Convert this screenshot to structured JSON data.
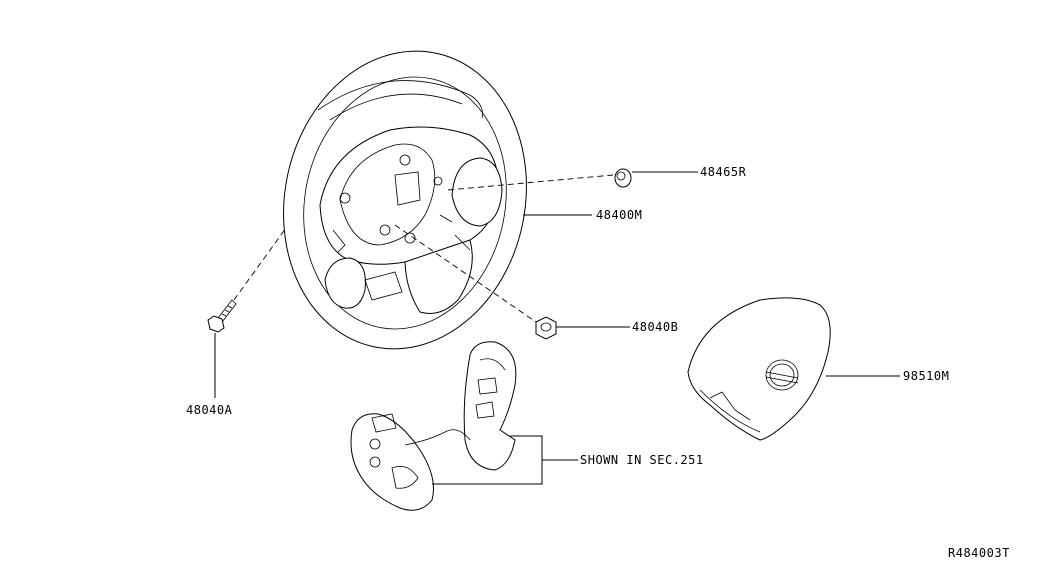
{
  "parts": {
    "horn_pad_cap": "48465R",
    "steering_wheel": "48400M",
    "wheel_nut": "48040B",
    "wheel_bolt": "48040A",
    "airbag_module": "98510M"
  },
  "switches_ref": "SHOWN IN SEC.251",
  "diagram_id": "R484003T"
}
